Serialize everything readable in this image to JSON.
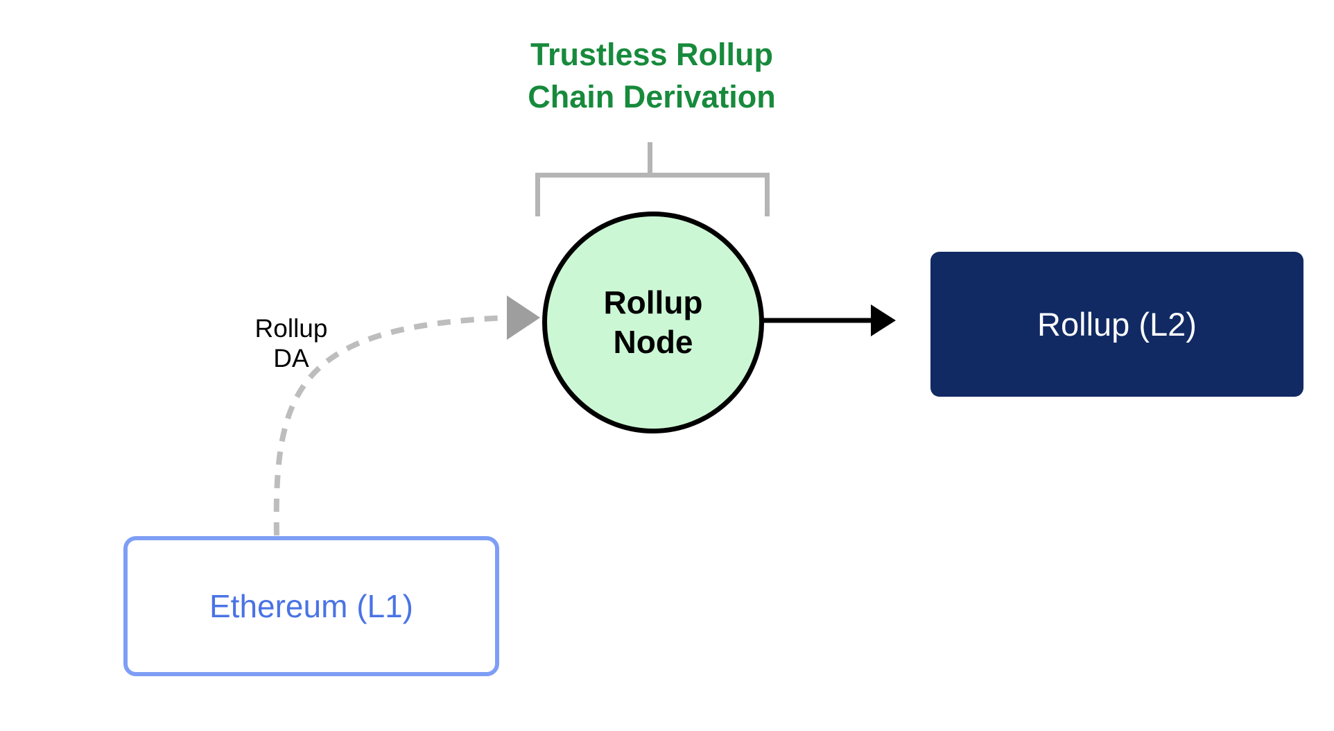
{
  "diagram": {
    "heading": {
      "line1": "Trustless Rollup",
      "line2": "Chain Derivation"
    },
    "nodes": {
      "rollup_node": {
        "line1": "Rollup",
        "line2": "Node"
      },
      "rollup_l2": {
        "label": "Rollup (L2)"
      },
      "ethereum_l1": {
        "label": "Ethereum (L1)"
      }
    },
    "edges": {
      "rollup_da": {
        "label_line1": "Rollup",
        "label_line2": "DA",
        "from": "Ethereum (L1)",
        "to": "Rollup Node",
        "style": "dashed-gray-curve"
      },
      "derived_chain": {
        "from": "Rollup Node",
        "to": "Rollup (L2)",
        "style": "solid-black-arrow"
      }
    }
  },
  "colors": {
    "background": "#ffffff",
    "heading-green": "#178a3c",
    "bracket-gray": "#b5b5b5",
    "node-fill": "#ccf7d4",
    "node-border": "#000000",
    "l2-fill": "#112a63",
    "l2-text": "#ffffff",
    "l1-border": "#7e9ef5",
    "l1-text": "#4a73e4",
    "dash-gray": "#bdbdbd",
    "arrowhead-gray": "#9e9e9e",
    "arrow-black": "#000000"
  }
}
